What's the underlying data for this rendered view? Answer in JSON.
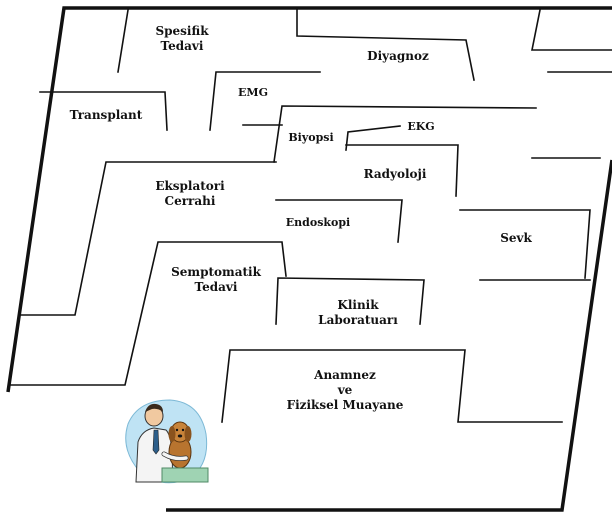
{
  "labels": {
    "spesifik_tedavi": "Spesifik\nTedavi",
    "diyagnoz": "Diyagnoz",
    "emg": "EMG",
    "transplant": "Transplant",
    "biyopsi": "Biyopsi",
    "ekg": "EKG",
    "eksplatori_cerrahi": "Eksplatori\nCerrahi",
    "radyoloji": "Radyoloji",
    "endoskopi": "Endoskopi",
    "sevk": "Sevk",
    "semptomatik_tedavi": "Semptomatik\nTedavi",
    "klinik_laboratuari": "Klinik\nLaboratuarı",
    "anamnez": "Anamnez\nve\nFiziksel Muayane"
  },
  "illustration": {
    "icon": "veterinarian-with-dog-clipart"
  },
  "colors": {
    "wall": "#111111",
    "background": "#ffffff",
    "clipart_bg": "#bfe3f4"
  }
}
